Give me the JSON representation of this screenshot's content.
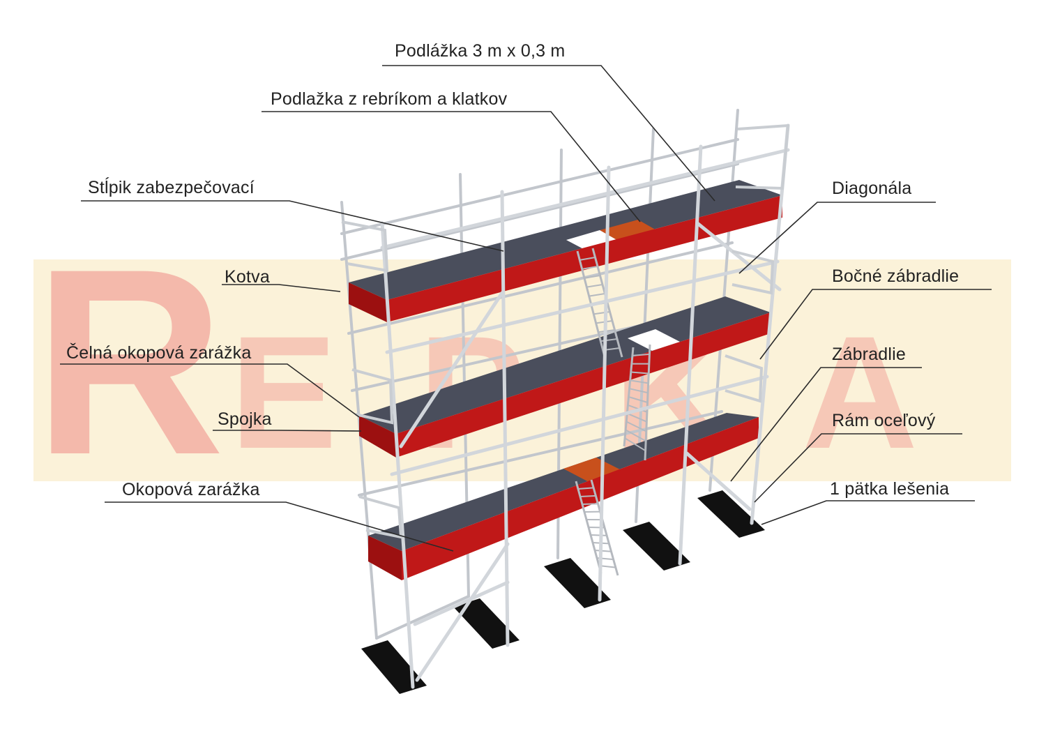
{
  "brand": {
    "watermark_letters": [
      "R",
      "E",
      "P",
      "K",
      "A"
    ],
    "colors": {
      "watermark_red": "#f2a79c",
      "watermark_yellow": "#f8e7b9",
      "deck_red": "#c01818",
      "deck_surface": "#4a4e5c",
      "hatch_orange": "#c8501c",
      "steel": "#c9cdd2",
      "base_plate": "#111111",
      "leader_line": "#2a2a2a"
    }
  },
  "labels": {
    "podlazka_3m": "Podlážka 3 m x 0,3 m",
    "podlazka_rebrik": "Podlažka z rebríkom a klatkov",
    "stlpik": "Stĺpik zabezpečovací",
    "diagonala": "Diagonála",
    "kotva": "Kotva",
    "bocne_zabradlie": "Bočné zábradlie",
    "celna_zarazka": "Čelná okopová zarážka",
    "zabradlie": "Zábradlie",
    "spojka": "Spojka",
    "ram_ocelovy": "Rám oceľový",
    "okopova_zarazka": "Okopová zarážka",
    "patka": "1 pätka lešenia"
  },
  "icons": {
    "scaffold": "scaffold-illustration",
    "base_plate": "base-plate-icon",
    "ladder": "ladder-icon"
  }
}
